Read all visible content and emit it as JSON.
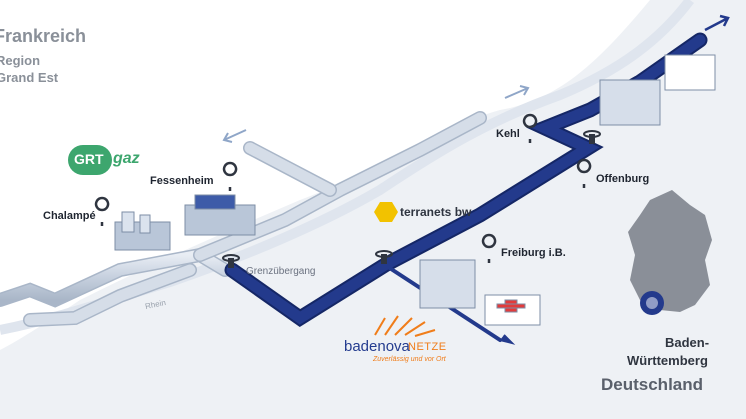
{
  "region_left": {
    "country": "Frankreich",
    "region_line1": "Region",
    "region_line2": "Grand Est"
  },
  "region_right": {
    "state_line1": "Baden-",
    "state_line2": "Württemberg",
    "country": "Deutschland"
  },
  "places": {
    "fessenheim": "Fessenheim",
    "chalampe": "Chalampé",
    "kehl": "Kehl",
    "offenburg": "Offenburg",
    "freiburg": "Freiburg i.B."
  },
  "labels": {
    "border_crossing": "Grenzübergang",
    "river": "Rhein"
  },
  "logos": {
    "grtgaz_grt": "GRT",
    "grtgaz_gaz": "gaz",
    "terranets": "terranets bw",
    "badenova_main": "badenova",
    "badenova_sub": "NETZE",
    "badenova_tagline": "Zuverlässig und vor Ort"
  },
  "colors": {
    "french_pipe": "#c9d3e1",
    "german_pipe": "#233a8c",
    "pin": "#2f3540",
    "land_fr": "#eef1f5",
    "grt_green": "#3da66e",
    "terranets_yellow": "#f2c200",
    "badenova_orange": "#f07d1a",
    "badenova_blue": "#243c8f"
  },
  "icons": [
    "location-pin-icon",
    "valve-icon",
    "arrow-icon",
    "germany-map-icon",
    "hospital-cross-icon"
  ]
}
